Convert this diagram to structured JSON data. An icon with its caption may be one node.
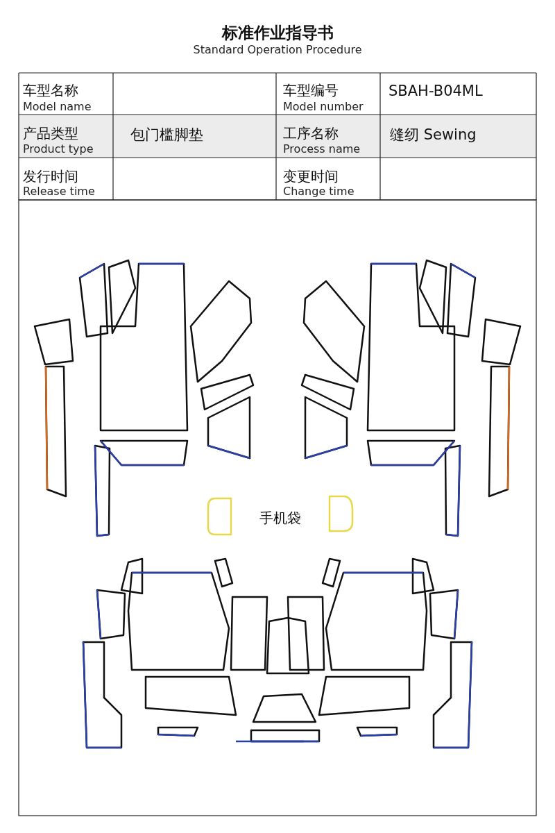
{
  "diagram": {
    "title": "标准作业指导书",
    "labels": [
      "Standard Operation Procedure",
      "车型名称",
      "Model name",
      "车型编号",
      "Model number",
      "SBAH-B04ML",
      "产品类型",
      "Product type",
      "包门槛脚垫",
      "工序名称",
      "Process name",
      "缝纫 Sewing",
      "发行时间",
      "Release time",
      "变更时间",
      "Change time",
      "手机袋"
    ]
  }
}
